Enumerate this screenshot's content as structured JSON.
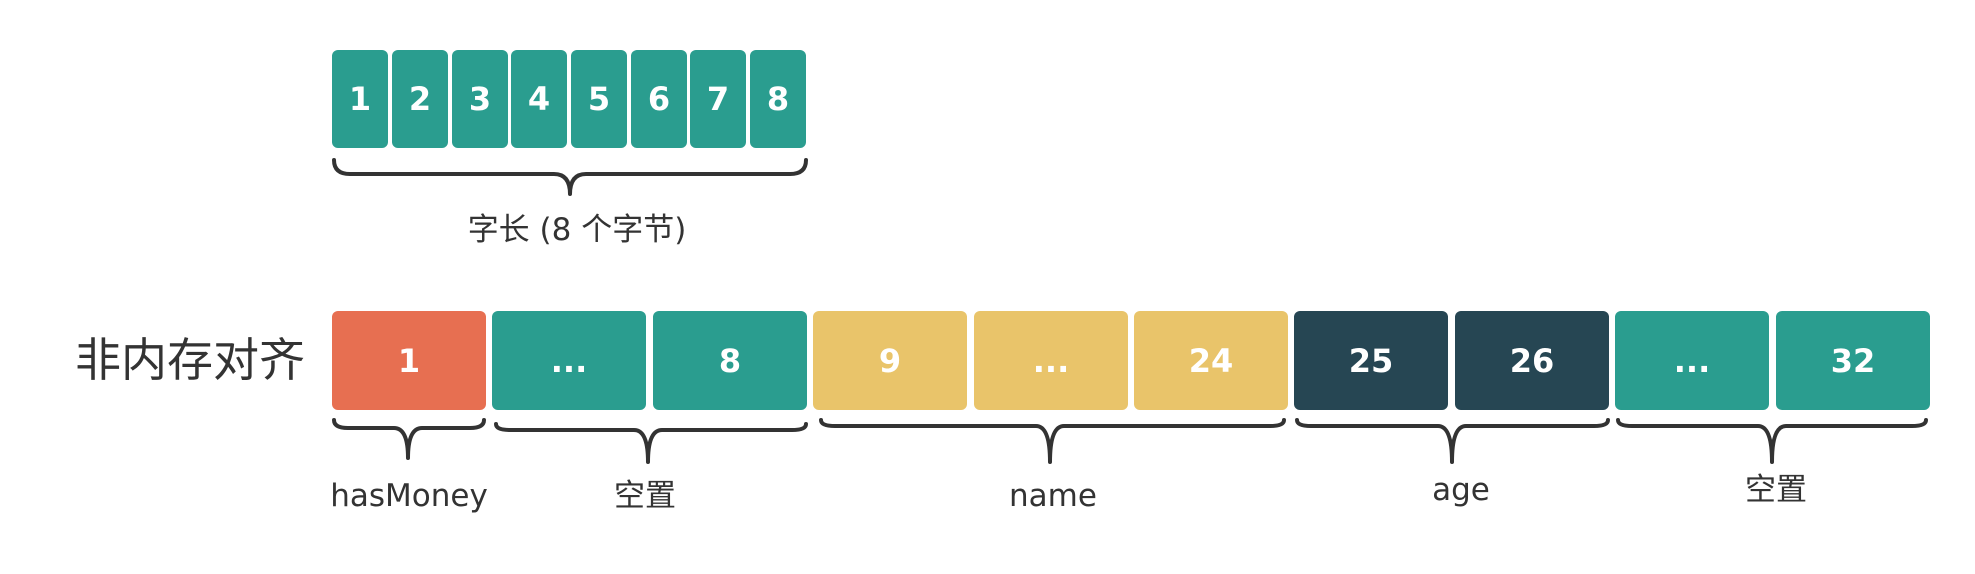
{
  "word": {
    "cells": [
      "1",
      "2",
      "3",
      "4",
      "5",
      "6",
      "7",
      "8"
    ],
    "label": "字长 (8 个字节)"
  },
  "alignment": {
    "title": "非内存对齐",
    "cells": [
      {
        "text": "1",
        "color": "#e76f51"
      },
      {
        "text": "...",
        "color": "#2a9d8f"
      },
      {
        "text": "8",
        "color": "#2a9d8f"
      },
      {
        "text": "9",
        "color": "#e9c46a"
      },
      {
        "text": "...",
        "color": "#e9c46a"
      },
      {
        "text": "24",
        "color": "#e9c46a"
      },
      {
        "text": "25",
        "color": "#264653"
      },
      {
        "text": "26",
        "color": "#264653"
      },
      {
        "text": "...",
        "color": "#2a9d8f"
      },
      {
        "text": "32",
        "color": "#2a9d8f"
      }
    ],
    "groups": [
      "hasMoney",
      "空置",
      "name",
      "age",
      "空置"
    ]
  }
}
